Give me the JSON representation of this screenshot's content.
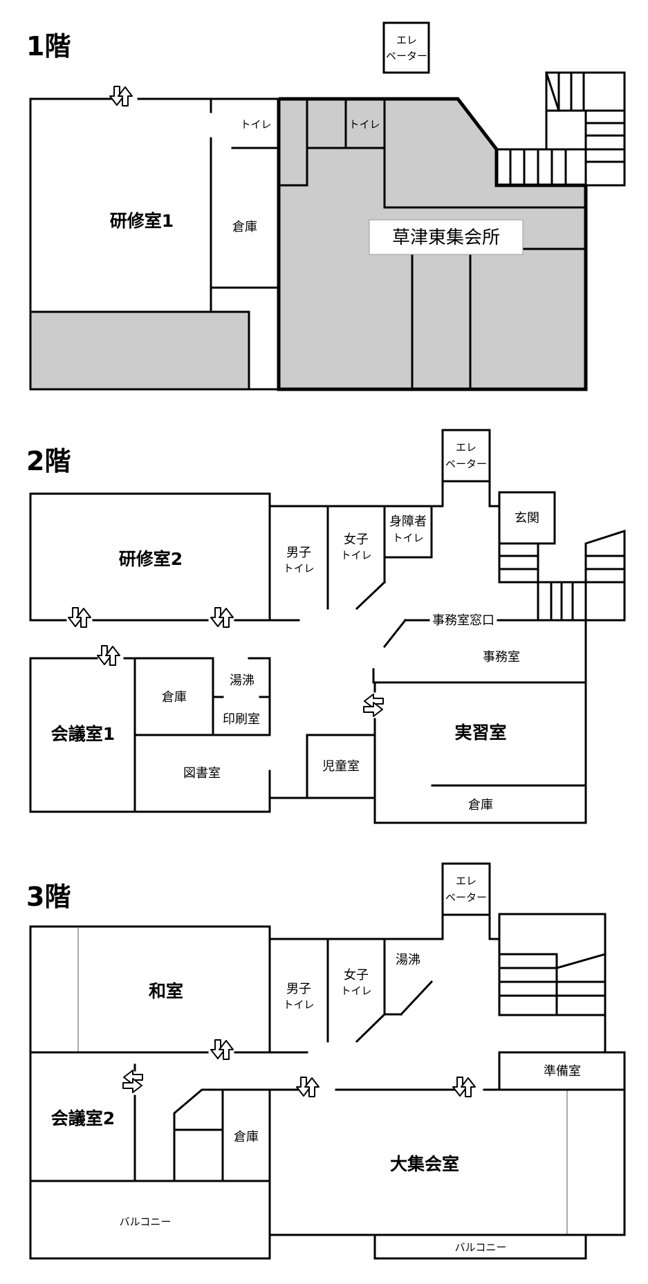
{
  "floors": [
    {
      "label": "1階"
    },
    {
      "label": "2階"
    },
    {
      "label": "3階"
    }
  ],
  "elevator": {
    "line1": "エレ",
    "line2": "ベーター"
  },
  "floor1": {
    "study_room_1": "研修室1",
    "storage": "倉庫",
    "toilet_a": "トイレ",
    "toilet_b": "トイレ",
    "center_name": "草津東集会所"
  },
  "floor2": {
    "study_room_2": "研修室2",
    "mens_toilet_1": "男子",
    "mens_toilet_2": "トイレ",
    "womens_toilet_1": "女子",
    "womens_toilet_2": "トイレ",
    "accessible_toilet_1": "身障者",
    "accessible_toilet_2": "トイレ",
    "entrance": "玄関",
    "office_window": "事務室窓口",
    "office": "事務室",
    "meeting_room_1": "会議室1",
    "storage_a": "倉庫",
    "kettle_room": "湯沸",
    "print_room": "印刷室",
    "library": "図書室",
    "children_room": "児童室",
    "practice_room": "実習室",
    "storage_b": "倉庫"
  },
  "floor3": {
    "japanese_room": "和室",
    "mens_toilet_1": "男子",
    "mens_toilet_2": "トイレ",
    "womens_toilet_1": "女子",
    "womens_toilet_2": "トイレ",
    "kettle_room": "湯沸",
    "prep_room": "準備室",
    "meeting_room_2": "会議室2",
    "storage": "倉庫",
    "main_hall": "大集会室",
    "balcony_left": "バルコニー",
    "balcony_right": "バルコニー"
  }
}
